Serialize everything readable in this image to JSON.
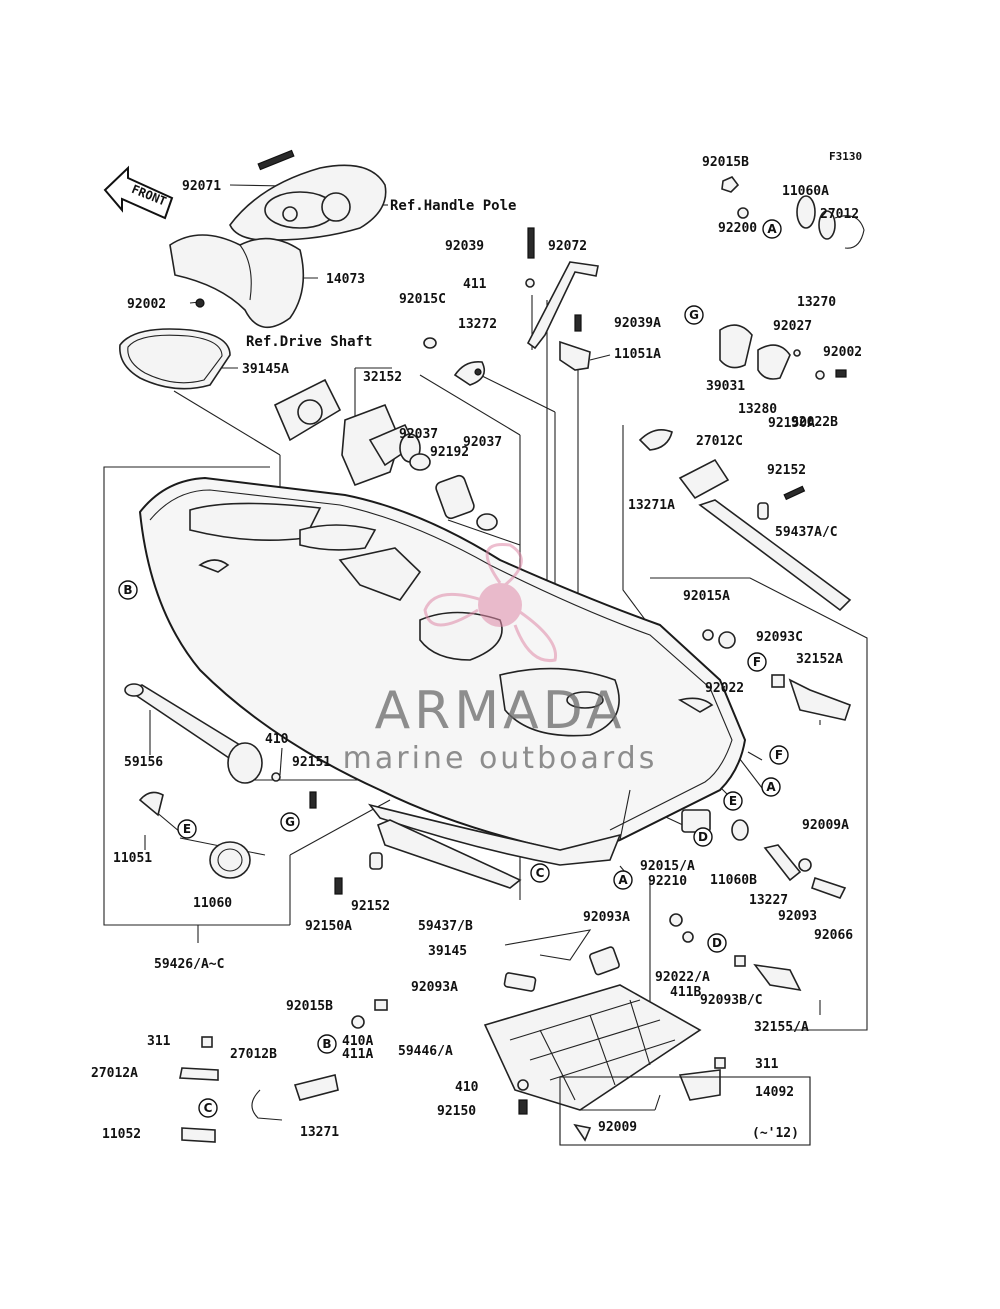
{
  "figure_code": "F3130",
  "front_arrow": "FRONT",
  "references": {
    "handle_pole": "Ref.Handle Pole",
    "drive_shaft": "Ref.Drive Shaft"
  },
  "callouts": {
    "A": "A",
    "B": "B",
    "C": "C",
    "D": "D",
    "E": "E",
    "F": "F",
    "G": "G"
  },
  "parts": {
    "p92071": "92071",
    "p14073": "14073",
    "p92002a": "92002",
    "p39145A": "39145A",
    "p92039": "92039",
    "p92072": "92072",
    "p411": "411",
    "p92015C": "92015C",
    "p13272": "13272",
    "p92039A": "92039A",
    "p11051A": "11051A",
    "p32152": "32152",
    "p92037a": "92037",
    "p92192": "92192",
    "p92037b": "92037",
    "p92015B": "92015B",
    "p11060A": "11060A",
    "p27012": "27012",
    "p92200": "92200",
    "p13270": "13270",
    "p92027": "92027",
    "p92002b": "92002",
    "p39031": "39031",
    "p13280": "13280",
    "p92022B": "92022B",
    "p27012C": "27012C",
    "p92150A": "92150A",
    "p92152a": "92152",
    "p13271A": "13271A",
    "p59437AC": "59437A/C",
    "p92015A": "92015A",
    "p92093C": "92093C",
    "p32152A": "32152A",
    "p92022": "92022",
    "p59156": "59156",
    "p410": "410",
    "p92151": "92151",
    "p11051": "11051",
    "p11060": "11060",
    "p92009A": "92009A",
    "p92015_A": "92015/A",
    "p92210": "92210",
    "p11060B": "11060B",
    "p13227": "13227",
    "p92093": "92093",
    "p92066": "92066",
    "p92150A_b": "92150A",
    "p92152b": "92152",
    "p59437B": "59437/B",
    "p92093A_a": "92093A",
    "p39145": "39145",
    "p92093A_b": "92093A",
    "p59426": "59426/A~C",
    "p92022A": "92022/A",
    "p411B": "411B",
    "p92093BC": "92093B/C",
    "p32155A": "32155/A",
    "p92015B_b": "92015B",
    "p311a": "311",
    "p27012B": "27012B",
    "p410A": "410A",
    "p411A": "411A",
    "p27012A": "27012A",
    "p59446A": "59446/A",
    "p410b": "410",
    "p92150": "92150",
    "p13271": "13271",
    "p11052": "11052",
    "p311b": "311",
    "p14092": "14092",
    "p92009": "92009",
    "p_model": "(~'12)"
  },
  "watermark": {
    "brand": "ARMADA",
    "tagline": "marine outboards",
    "accent_color": "#e08aa8"
  }
}
